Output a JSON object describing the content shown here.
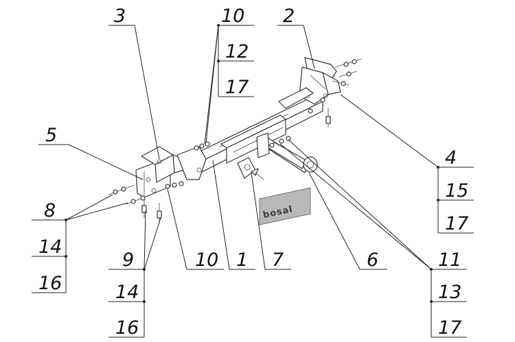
{
  "callouts": {
    "c3": "3",
    "c10_top": "10",
    "c12_top": "12",
    "c17_top": "17",
    "c2": "2",
    "c5": "5",
    "c4": "4",
    "c15_right": "15",
    "c17_right": "17",
    "c8": "8",
    "c14_left": "14",
    "c16_left": "16",
    "c9": "9",
    "c14_bottom": "14",
    "c16_bottom": "16",
    "c10_mid": "10",
    "c1": "1",
    "c7": "7",
    "c6": "6",
    "c11": "11",
    "c13": "13",
    "c17_bottom": "17"
  },
  "plate": {
    "brand": "bosal"
  },
  "colors": {
    "line": "#222222",
    "label": "#111111",
    "plate": "#b8b8b8"
  }
}
